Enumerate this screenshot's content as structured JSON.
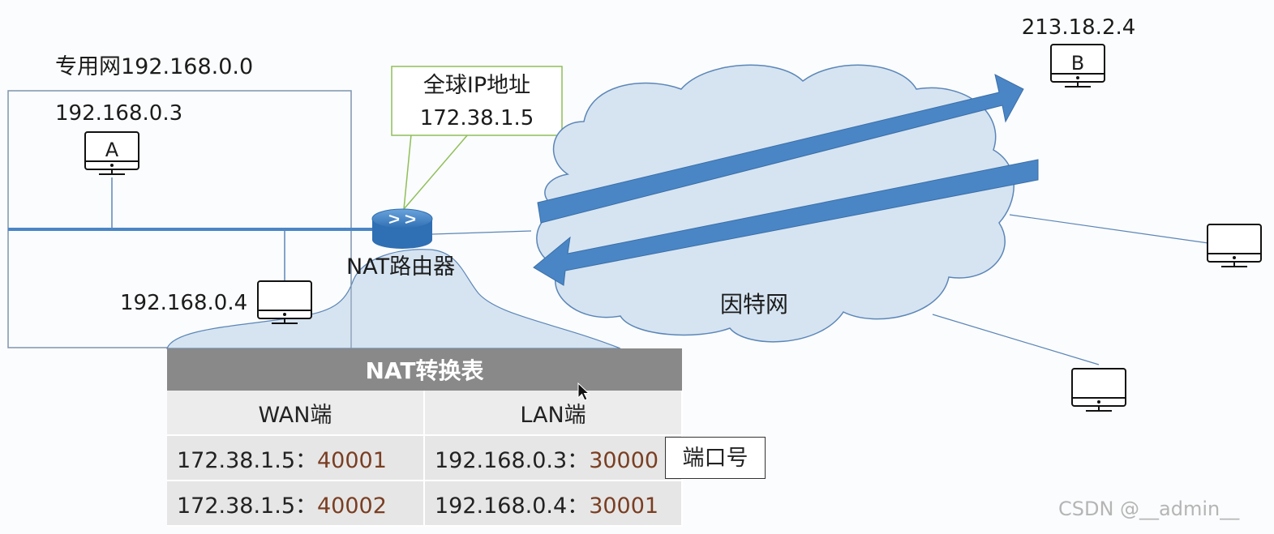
{
  "private_network": {
    "label": "专用网192.168.0.0"
  },
  "hosts": {
    "a": {
      "ip": "192.168.0.3",
      "letter": "A"
    },
    "a2": {
      "ip": "192.168.0.4"
    },
    "b": {
      "ip": "213.18.2.4",
      "letter": "B"
    }
  },
  "router": {
    "label": "NAT路由器"
  },
  "callout": {
    "line1": "全球IP地址",
    "line2": "172.38.1.5"
  },
  "internet": {
    "label": "因特网"
  },
  "nat_table": {
    "title": "NAT转换表",
    "headers": [
      "WAN端",
      "LAN端"
    ],
    "rows": [
      {
        "wan_ip": "172.38.1.5：",
        "wan_port": "40001",
        "lan_ip": "192.168.0.3：",
        "lan_port": "30000"
      },
      {
        "wan_ip": "172.38.1.5：",
        "wan_port": "40002",
        "lan_ip": "192.168.0.4：",
        "lan_port": "30001"
      }
    ]
  },
  "port_label": "端口号",
  "watermark": "CSDN @__admin__",
  "colors": {
    "arrow": "#4a86c6",
    "cloud_fill": "#d6e4f1",
    "cloud_stroke": "#5b86b8",
    "callout_border": "#8fbf5a",
    "table_header": "#898989",
    "port_value": "#7a3e22"
  }
}
